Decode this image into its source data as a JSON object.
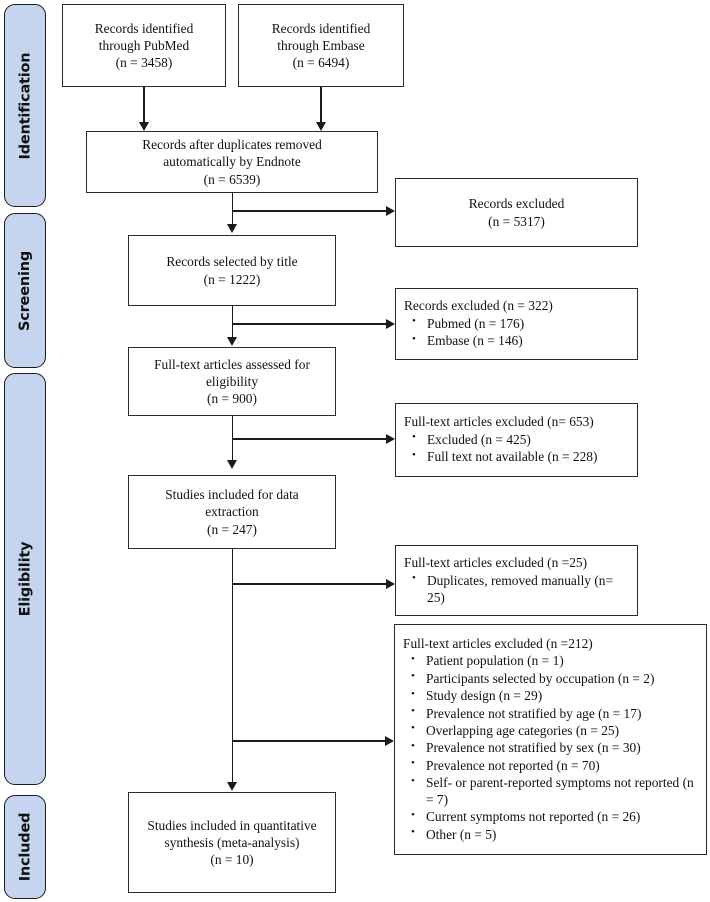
{
  "figure": {
    "type": "prisma-flow-diagram",
    "accent_color": "#c5d5ef",
    "line_color": "#1b1b1b"
  },
  "phases": [
    {
      "id": "identification",
      "label": "Identification"
    },
    {
      "id": "screening",
      "label": "Screening"
    },
    {
      "id": "eligibility",
      "label": "Eligibility"
    },
    {
      "id": "included",
      "label": "Included"
    }
  ],
  "boxes": {
    "pubmed": {
      "line1": "Records identified",
      "line2": "through PubMed",
      "line3": "(n = 3458)"
    },
    "embase": {
      "line1": "Records identified",
      "line2": "through Embase",
      "line3": "(n = 6494)"
    },
    "duplicates_removed": {
      "line1": "Records after duplicates removed",
      "line2": "automatically by Endnote",
      "line3": "(n = 6539)"
    },
    "records_excluded_5317": {
      "line1": "Records excluded",
      "line2": "(n = 5317)"
    },
    "records_selected_title": {
      "line1": "Records selected by title",
      "line2": "(n = 1222)"
    },
    "records_excluded_322": {
      "heading": "Records excluded (n = 322)",
      "bullets": [
        "Pubmed (n = 176)",
        "Embase (n = 146)"
      ]
    },
    "fulltext_assessed": {
      "line1": "Full-text articles assessed for",
      "line2": "eligibility",
      "line3": "(n = 900)"
    },
    "fulltext_excluded_653": {
      "heading": "Full-text articles excluded (n= 653)",
      "bullets": [
        "Excluded (n = 425)",
        "Full text not available (n = 228)"
      ]
    },
    "studies_data_extraction": {
      "line1": "Studies included for data",
      "line2": "extraction",
      "line3": "(n = 247)"
    },
    "fulltext_excluded_25": {
      "heading": "Full-text articles excluded (n =25)",
      "bullets": [
        "Duplicates, removed manually (n= 25)"
      ]
    },
    "fulltext_excluded_212": {
      "heading": "Full-text articles excluded (n =212)",
      "bullets": [
        "Patient population (n = 1)",
        "Participants selected by occupation (n = 2)",
        "Study design (n = 29)",
        "Prevalence not stratified by age (n = 17)",
        "Overlapping age categories (n = 25)",
        "Prevalence not stratified by sex (n = 30)",
        "Prevalence not reported (n = 70)",
        "Self- or parent-reported symptoms not reported (n = 7)",
        "Current symptoms not reported (n = 26)",
        "Other (n = 5)"
      ]
    },
    "studies_included_final": {
      "line1": "Studies included in quantitative",
      "line2": "synthesis (meta-analysis)",
      "line3": "(n = 10)"
    }
  }
}
